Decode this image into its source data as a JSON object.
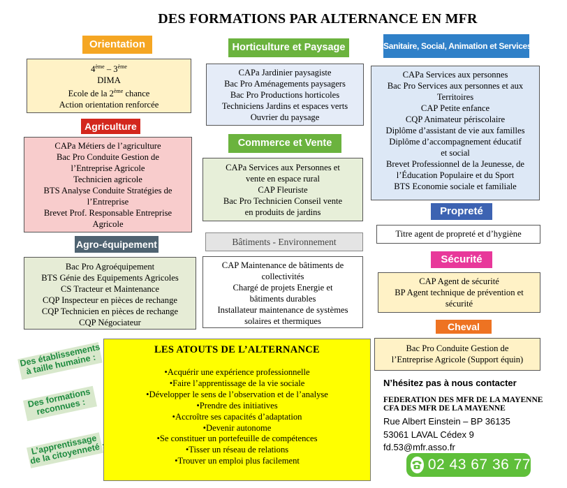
{
  "title": "DES FORMATIONS PAR ALTERNANCE EN MFR",
  "orientation": {
    "header": "Orientation",
    "line1_base": "4",
    "line1_sup1": "ème",
    "line1_mid": " – 3",
    "line1_sup2": "ème",
    "items": [
      "DIMA"
    ],
    "line3_base": "Ecole de la 2",
    "line3_sup": "ème",
    "line3_end": " chance",
    "line4": "Action orientation renforcée"
  },
  "agriculture": {
    "header": "Agriculture",
    "items": [
      "CAPa Métiers de l’agriculture",
      "Bac Pro Conduite Gestion de",
      "l’Entreprise Agricole",
      "Technicien agricole",
      "BTS Analyse Conduite Stratégies de",
      "l’Entreprise",
      "Brevet Prof. Responsable Entreprise",
      "Agricole"
    ]
  },
  "agro": {
    "header": "Agro-équipement",
    "items": [
      "Bac Pro Agroéquipement",
      "BTS Génie des Equipements Agricoles",
      "CS Tracteur et Maintenance",
      "CQP Inspecteur en pièces de rechange",
      "CQP Technicien en pièces de rechange",
      "CQP Négociateur"
    ]
  },
  "horticulture": {
    "header": "Horticulture et Paysage",
    "items": [
      "CAPa Jardinier paysagiste",
      "Bac Pro Aménagements paysagers",
      "Bac Pro Productions horticoles",
      "Techniciens Jardins et espaces verts",
      "Ouvrier du paysage"
    ]
  },
  "commerce": {
    "header": "Commerce et  Vente",
    "items": [
      "CAPa Services aux Personnes et",
      "vente en espace rural",
      "CAP Fleuriste",
      "Bac Pro Technicien Conseil vente",
      "en produits de jardins"
    ]
  },
  "batiments": {
    "header": "Bâtiments - Environnement",
    "items": [
      "CAP Maintenance de bâtiments de",
      "collectivités",
      "Chargé de projets Energie et",
      "bâtiments durables",
      "Installateur maintenance de systèmes",
      "solaires et thermiques"
    ]
  },
  "sanitaire": {
    "header": "Sanitaire, Social, Animation et Services",
    "items": [
      "CAPa Services aux personnes",
      "Bac Pro Services aux personnes et aux",
      "Territoires",
      "CAP Petite enfance",
      "CQP Animateur périscolaire",
      "Diplôme d’assistant de vie aux familles",
      "Diplôme d’accompagnement éducatif",
      "et social",
      "Brevet Professionnel de la Jeunesse, de",
      "l’Éducation Populaire et du Sport",
      "BTS Economie sociale et familiale"
    ]
  },
  "proprete": {
    "header": "Propreté",
    "items": [
      "Titre agent de propreté et d’hygiène"
    ]
  },
  "securite": {
    "header": "Sécurité",
    "items": [
      "CAP Agent de sécurité",
      "BP Agent technique de prévention et",
      "sécurité"
    ]
  },
  "cheval": {
    "header": "Cheval",
    "items": [
      "Bac Pro Conduite Gestion de",
      "l’Entreprise Agricole (Support équin)"
    ]
  },
  "atouts": {
    "header": "LES ATOUTS DE L’ALTERNANCE",
    "items": [
      "Acquérir une expérience professionnelle",
      "Faire l’apprentissage de la vie sociale",
      "Développer le sens de l’observation et de l’analyse",
      "Prendre des initiatives",
      "Accroître ses capacités d’adaptation",
      "Devenir autonome",
      "Se constituer un portefeuille de compétences",
      "Tisser un réseau de relations",
      "Trouver un emploi plus facilement"
    ]
  },
  "side_labels": [
    [
      "Des établissements",
      "à taille humaine :"
    ],
    [
      "Des formations",
      "reconnues :"
    ],
    [
      "L’apprentissage",
      "de la citoyenneté :"
    ]
  ],
  "contact": {
    "label": "N’hésitez pas à nous contacter",
    "org1": "FEDERATION DES MFR DE LA MAYENNE",
    "org2": "CFA DES MFR DE LA MAYENNE",
    "address": "Rue Albert Einstein – BP 36135",
    "city": "53061 LAVAL Cédex 9",
    "email": "fd.53@mfr.asso.fr",
    "phone": "02 43 67 36 77",
    "phone_icon": "telephone-icon",
    "phone_color": "#5fbf3a"
  }
}
